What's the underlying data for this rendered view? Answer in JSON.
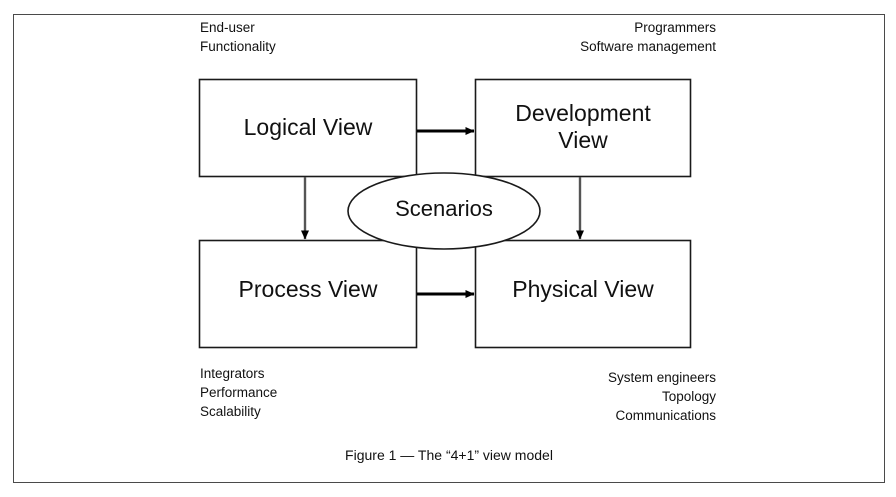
{
  "figure": {
    "caption": "Figure 1 — The “4+1” view model",
    "border_color": "#4a4a4a",
    "line_color": "#000000",
    "text_color": "#111111",
    "background": "#ffffff"
  },
  "labels": {
    "top_left": "End-user\nFunctionality",
    "top_right": "Programmers\nSoftware management",
    "bottom_left": "Integrators\nPerformance\nScalability",
    "bottom_right": "System engineers\nTopology\nCommunications"
  },
  "boxes": {
    "logical_view": "Logical View",
    "development_view": "Development\nView",
    "process_view": "Process View",
    "physical_view": "Physical View"
  },
  "ellipse": {
    "scenarios": "Scenarios"
  },
  "arrows": [
    {
      "name": "logical-to-development",
      "direction": "right"
    },
    {
      "name": "logical-to-process",
      "direction": "down"
    },
    {
      "name": "development-to-physical",
      "direction": "down"
    },
    {
      "name": "process-to-physical",
      "direction": "right"
    }
  ]
}
